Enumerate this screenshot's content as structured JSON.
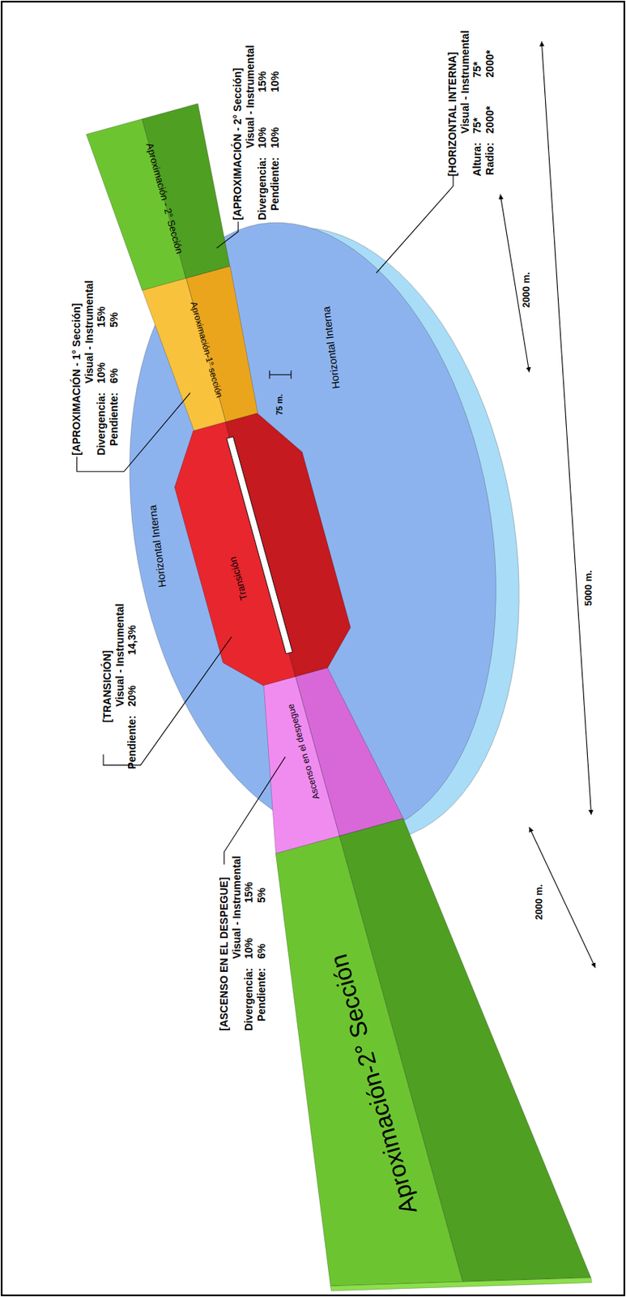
{
  "diagram": {
    "nodes": [
      {
        "text": [
          "Aproximación - 2° Sección"
        ]
      },
      {
        "text": [
          "Aproximación-1° sección"
        ]
      },
      {
        "text": [
          "Horizontal Interna",
          "Horizontal Interna"
        ]
      },
      {
        "text": [
          "Transición"
        ]
      },
      {
        "text": [
          "Ascenso en el despegue"
        ]
      },
      {
        "text": [
          "Aproximación-2° Sección"
        ]
      }
    ],
    "labels": [
      "[APROXIMACIÓN - 2° Sección]",
      "Visual - Instrumental",
      "Divergencia:",
      "10%",
      "15%",
      "Pendiente:",
      "10%",
      "10%",
      "[APROXIMACIÓN - 1° Sección]",
      "Visual - Instrumental",
      "Divergencia:",
      "10%",
      "15%",
      "Pendiente:",
      "6%",
      "5%",
      "[TRANSICIÓN]",
      "Visual - Instrumental",
      "Pendiente:",
      "20%",
      "14,3%",
      "[ASCENSO EN EL DESPEGUE]",
      "Visual - Instrumental",
      "Divergencia:",
      "10%",
      "15%",
      "Pendiente:",
      "6%",
      "5%",
      "[HORIZONTAL INTERNA]",
      "Visual - Instrumental",
      "Altura:",
      "75*",
      "75*",
      "Radio:",
      "2000*",
      "2000*",
      "2000 m.",
      "5000 m.",
      "75 m.",
      "2000 m."
    ]
  }
}
